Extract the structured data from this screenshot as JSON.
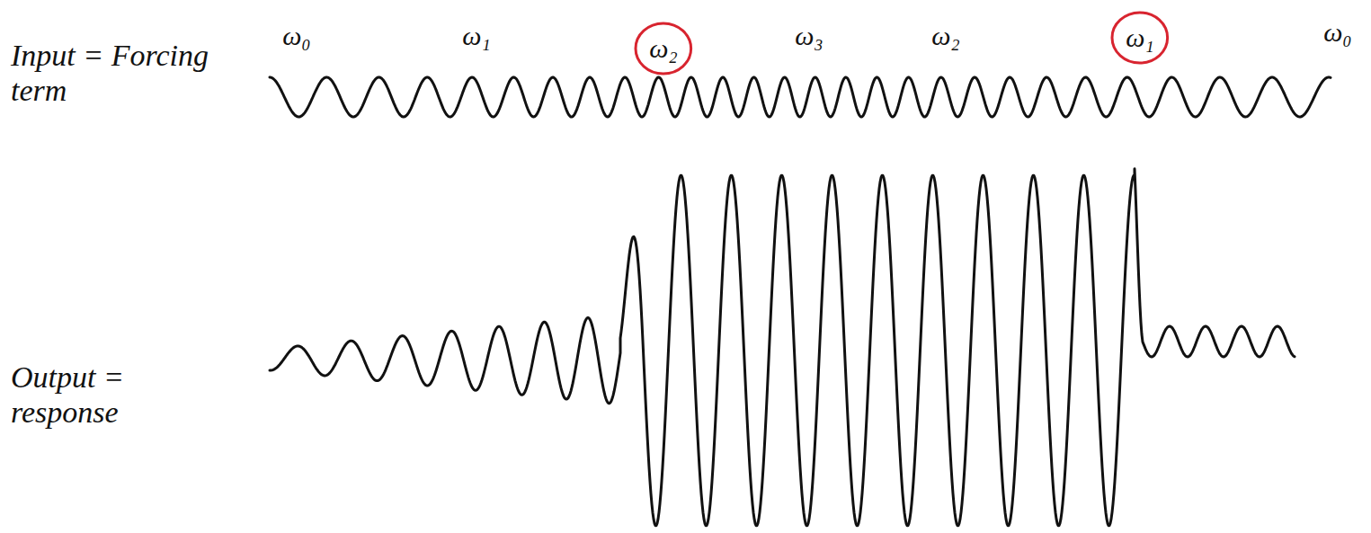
{
  "diagram": {
    "nodes": [
      {
        "text": [
          "ω₂"
        ]
      },
      {
        "text": [
          "ω₁"
        ]
      }
    ],
    "labels": [
      "Input = Forcing term",
      "ω₀",
      "ω₁",
      "ω₃",
      "ω₂",
      "ω₀",
      "Output = response"
    ]
  }
}
